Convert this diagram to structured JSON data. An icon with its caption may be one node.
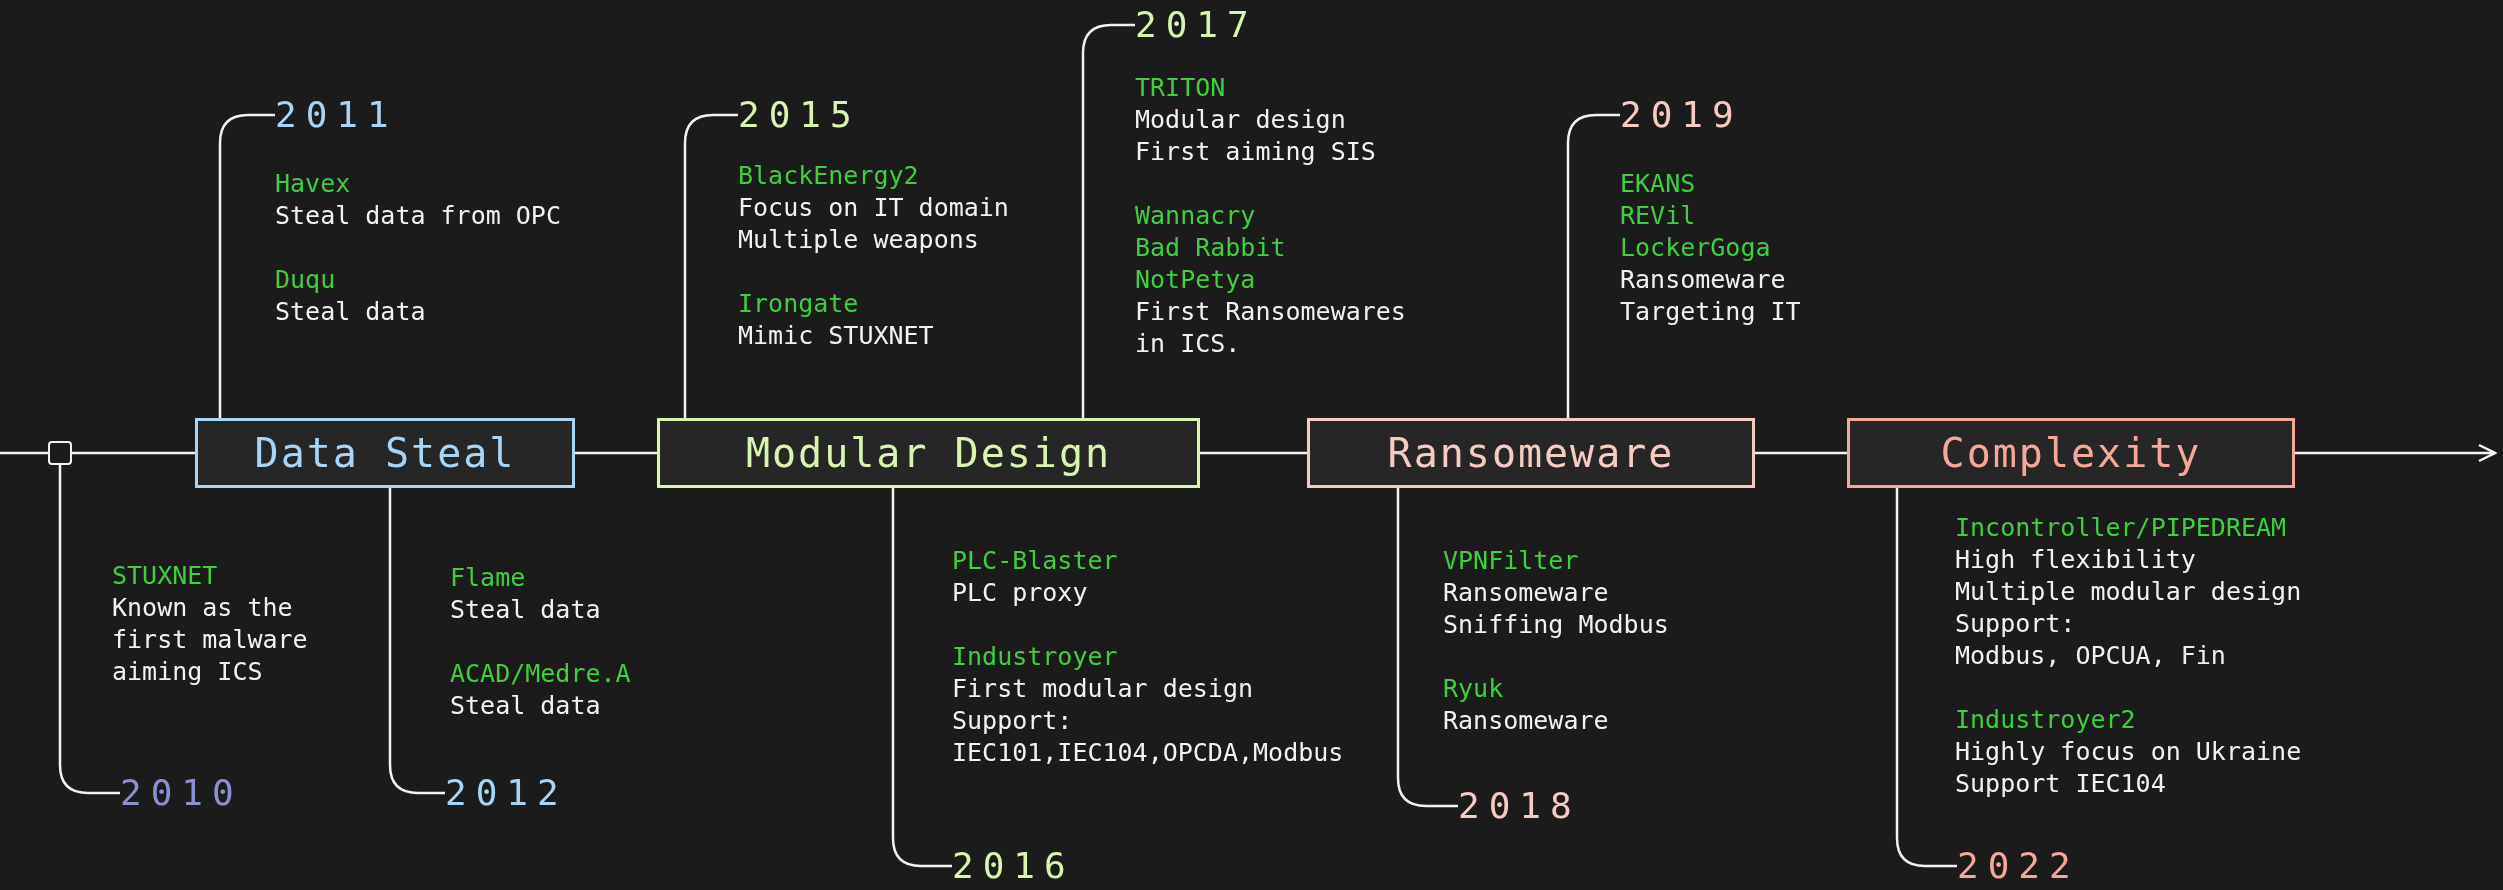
{
  "diagram": {
    "nodes": [
      {
        "text": [],
        "shape": "box"
      },
      {
        "text": [
          "Data Steal"
        ]
      },
      {
        "text": [
          "Modular Design"
        ]
      },
      {
        "text": [
          "Ransomeware"
        ]
      },
      {
        "text": [
          "Complexity"
        ]
      },
      {
        "text": [
          "2010"
        ],
        "beside": [
          "STUXNET",
          "Known as the first malware aiming ICS"
        ]
      },
      {
        "text": [
          "2011"
        ],
        "beside": [
          "Havex",
          "Steal data from OPC",
          "Duqu",
          "Steal data"
        ]
      },
      {
        "text": [
          "2012"
        ],
        "beside": [
          "Flame",
          "Steal data",
          "ACAD/Medre.A",
          "Steal data"
        ]
      },
      {
        "text": [
          "2015"
        ],
        "beside": [
          "BlackEnergy2",
          "Focus on IT domain",
          "Multiple weapons",
          "Irongate",
          "Mimic STUXNET"
        ]
      },
      {
        "text": [
          "2016"
        ],
        "beside": [
          "PLC-Blaster",
          "PLC proxy",
          "Industroyer",
          "First modular design",
          "Support:",
          "IEC101,IEC104,OPCDA,Modbus"
        ]
      },
      {
        "text": [
          "2017"
        ],
        "beside": [
          "TRITON",
          "Modular design",
          "First aiming SIS",
          "Wannacry",
          "Bad Rabbit",
          "NotPetya",
          "First Ransomewares in ICS."
        ]
      },
      {
        "text": [
          "2018"
        ],
        "beside": [
          "VPNFilter",
          "Ransomeware",
          "Sniffing Modbus",
          "Ryuk",
          "Ransomeware"
        ]
      },
      {
        "text": [
          "2019"
        ],
        "beside": [
          "EKANS",
          "REVil",
          "LockerGoga",
          "Ransomeware",
          "Targeting IT"
        ]
      },
      {
        "text": [
          "2022"
        ],
        "beside": [
          "Incontroller/PIPEDREAM",
          "High flexibility",
          "Multiple modular design",
          "Support:",
          "Modbus, OPCUA, Fin",
          "Industroyer2",
          "Highly focus on Ukraine",
          "Support IEC104"
        ]
      }
    ],
    "edges": [
      {
        "from": null,
        "to": 0,
        "arrow": "none"
      },
      {
        "from": 0,
        "to": 1,
        "arrow": "none"
      },
      {
        "from": 1,
        "to": 2,
        "arrow": "none"
      },
      {
        "from": 2,
        "to": 3,
        "arrow": "none"
      },
      {
        "from": 3,
        "to": 4,
        "arrow": "none"
      },
      {
        "from": 4,
        "to": null,
        "arrow": "to"
      },
      {
        "from": 0,
        "to": 5,
        "arrow": "none"
      },
      {
        "from": 1,
        "to": 6,
        "arrow": "none"
      },
      {
        "from": 1,
        "to": 7,
        "arrow": "none"
      },
      {
        "from": 2,
        "to": 8,
        "arrow": "none"
      },
      {
        "from": 2,
        "to": 9,
        "arrow": "none"
      },
      {
        "from": 2,
        "to": 10,
        "arrow": "none"
      },
      {
        "from": 3,
        "to": 11,
        "arrow": "none"
      },
      {
        "from": 3,
        "to": 12,
        "arrow": "none"
      },
      {
        "from": 4,
        "to": 13,
        "arrow": "none"
      }
    ]
  }
}
